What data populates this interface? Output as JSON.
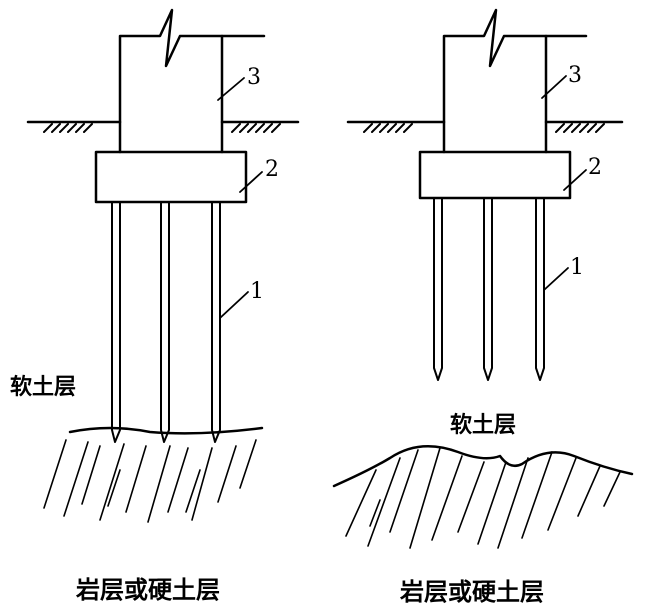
{
  "figures": [
    {
      "id": "left",
      "callouts": [
        "3",
        "2",
        "1"
      ],
      "soft_layer_label": "软土层",
      "rock_layer_label": "岩层或硬土层"
    },
    {
      "id": "right",
      "callouts": [
        "3",
        "2",
        "1"
      ],
      "soft_layer_label": "软土层",
      "rock_layer_label": "岩层或硬土层"
    }
  ]
}
